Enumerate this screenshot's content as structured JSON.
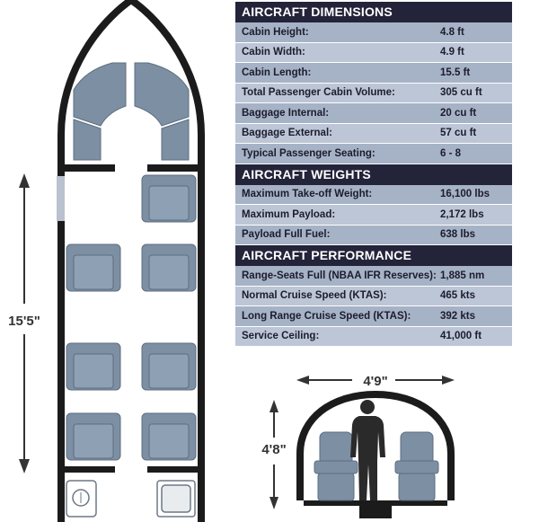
{
  "sections": [
    {
      "title": "AIRCRAFT DIMENSIONS",
      "rows": [
        {
          "label": "Cabin Height:",
          "value": "4.8 ft"
        },
        {
          "label": "Cabin Width:",
          "value": "4.9 ft"
        },
        {
          "label": "Cabin Length:",
          "value": "15.5 ft"
        },
        {
          "label": "Total Passenger Cabin Volume:",
          "value": "305 cu ft"
        },
        {
          "label": "Baggage Internal:",
          "value": "20 cu ft"
        },
        {
          "label": "Baggage External:",
          "value": "57 cu ft"
        },
        {
          "label": "Typical Passenger Seating:",
          "value": "6 - 8"
        }
      ]
    },
    {
      "title": "AIRCRAFT WEIGHTS",
      "rows": [
        {
          "label": "Maximum Take-off Weight:",
          "value": "16,100 lbs"
        },
        {
          "label": "Maximum Payload:",
          "value": "2,172 lbs"
        },
        {
          "label": "Payload Full Fuel:",
          "value": "638 lbs"
        }
      ]
    },
    {
      "title": "AIRCRAFT PERFORMANCE",
      "rows": [
        {
          "label": "Range-Seats Full (NBAA IFR Reserves):",
          "value": "1,885 nm"
        },
        {
          "label": "Normal Cruise Speed (KTAS):",
          "value": "465 kts"
        },
        {
          "label": "Long Range Cruise Speed (KTAS):",
          "value": "392 kts"
        },
        {
          "label": "Service Ceiling:",
          "value": "41,000 ft"
        }
      ]
    }
  ],
  "floorplan": {
    "length_label": "15'5\""
  },
  "cross_section": {
    "width_label": "4'9\"",
    "height_label": "4'8\""
  },
  "colors": {
    "header_bg": "#23233a",
    "row_odd": "#a6b2c6",
    "row_even": "#bcc6d6",
    "seat": "#7d8fa3",
    "fuselage": "#1b1b1b"
  }
}
